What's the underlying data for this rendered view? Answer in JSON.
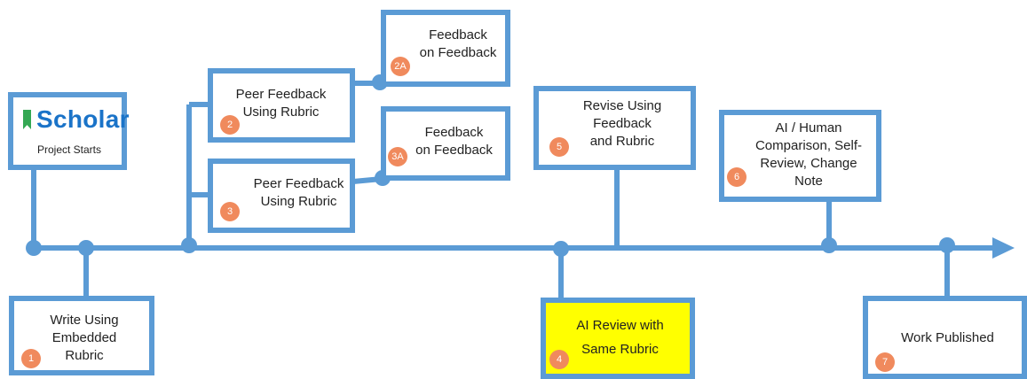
{
  "logo": {
    "name": "Scholar",
    "subtitle": "Project Starts",
    "icon": "bookmark-icon"
  },
  "steps": [
    {
      "id": "1",
      "label": "Write Using\nEmbedded\nRubric"
    },
    {
      "id": "2",
      "label": "Peer Feedback\nUsing Rubric"
    },
    {
      "id": "2A",
      "label": "Feedback\non Feedback"
    },
    {
      "id": "3",
      "label": "Peer Feedback\nUsing Rubric"
    },
    {
      "id": "3A",
      "label": "Feedback\non Feedback"
    },
    {
      "id": "4",
      "label": "AI Review with\nSame Rubric"
    },
    {
      "id": "5",
      "label": "Revise Using\nFeedback\nand Rubric"
    },
    {
      "id": "6",
      "label": "AI / Human\nComparison, Self-\nReview, Change\nNote"
    },
    {
      "id": "7",
      "label": "Work Published"
    }
  ],
  "colors": {
    "line": "#5b9bd5",
    "badge": "#f08a5d",
    "highlight": "#ffff00",
    "logo_blue": "#1a73c8",
    "logo_green": "#34a853"
  }
}
